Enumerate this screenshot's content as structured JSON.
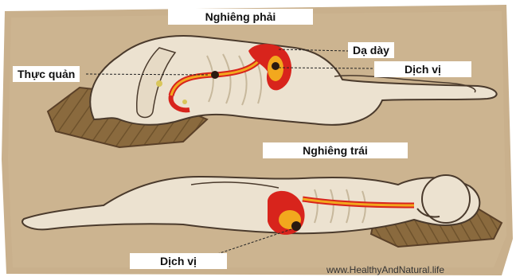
{
  "labels": {
    "right_side": "Nghiêng phải",
    "left_side": "Nghiêng trái",
    "stomach": "Dạ dày",
    "esophagus": "Thực quản",
    "gastric_juice_top": "Dịch vị",
    "gastric_juice_bottom": "Dịch vị"
  },
  "watermark": "www.HealthyAndNatural.life",
  "colors": {
    "background": "#c9b08c",
    "body_fill": "#ece2d0",
    "body_outline": "#4a3a2c",
    "pillow": "#8a6a3e",
    "stomach_red": "#d8241c",
    "stomach_yellow": "#f2a81e",
    "bile_dot": "#2a1a10"
  }
}
